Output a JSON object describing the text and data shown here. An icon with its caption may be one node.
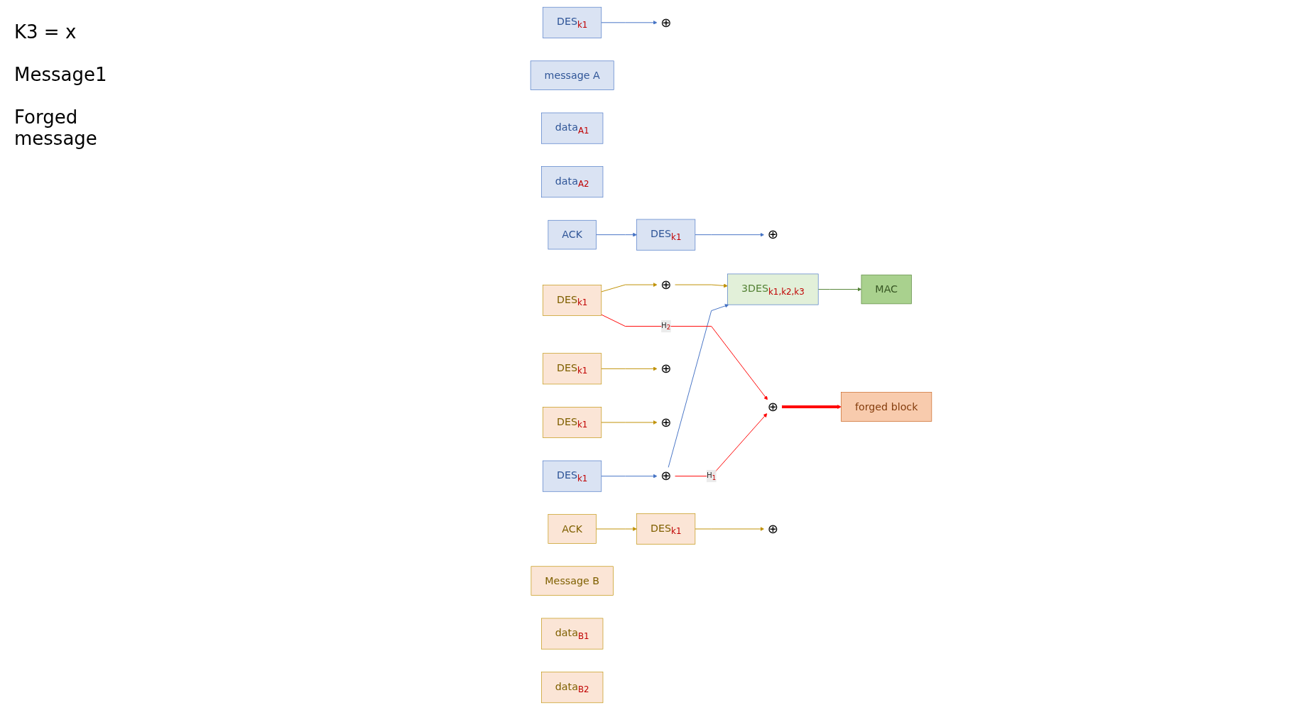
{
  "diagram": {
    "nodes": [
      {
        "text": [
          "ACK"
        ]
      },
      {
        "text": [
          "message A"
        ]
      },
      {
        "text": [
          "data$_{A1}$"
        ]
      },
      {
        "text": [
          "data$_{A2}$"
        ]
      },
      {
        "text": [
          "⊕"
        ]
      },
      {
        "text": [
          "⊕"
        ]
      },
      {
        "text": [
          "⊕"
        ]
      },
      {
        "text": [
          "DES$_{k1}$"
        ]
      },
      {
        "text": [
          "DES$_{k1}$"
        ]
      },
      {
        "text": [
          "DES$_{k1}$"
        ]
      },
      {
        "text": [
          "3DES$_{k1,k2,k3}$"
        ]
      },
      {
        "text": [
          "MAC"
        ]
      },
      {
        "text": [
          "⊕"
        ]
      },
      {
        "text": [
          "DES$_{k1}$"
        ]
      },
      {
        "text": [
          "DES$_{k1}$"
        ]
      },
      {
        "text": [
          "DES$_{k1}$"
        ]
      },
      {
        "text": [
          "DES$_{k1}$"
        ]
      },
      {
        "text": [
          "⊕"
        ]
      },
      {
        "text": [
          "⊕"
        ]
      },
      {
        "text": [
          "⊕"
        ]
      },
      {
        "text": [
          "⊕"
        ]
      },
      {
        "text": [
          "ACK"
        ]
      },
      {
        "text": [
          "Message B"
        ]
      },
      {
        "text": [
          "data$_{B1}$"
        ]
      },
      {
        "text": [
          "data$_{B2}$"
        ]
      },
      {
        "text": [
          "forged block"
        ]
      }
    ],
    "edges": [
      {
        "from": 0,
        "to": 7,
        "arrow": "to",
        "color": "#4472c4"
      },
      {
        "from": 7,
        "to": 4,
        "arrow": "to",
        "color": "#4472c4"
      },
      {
        "from": 8,
        "to": 5,
        "arrow": "to",
        "color": "#4472c4"
      },
      {
        "from": 9,
        "to": 6,
        "arrow": "to",
        "color": "#4472c4"
      },
      {
        "from": 6,
        "to": 10,
        "arrow": "to",
        "color": "#4472c4"
      },
      {
        "from": 6,
        "to": 12,
        "arrow": "to",
        "label": "H$_{1}$",
        "color": "#ff0000"
      },
      {
        "from": 10,
        "to": 11,
        "arrow": "to",
        "color": "#548235"
      },
      {
        "from": 21,
        "to": 13,
        "arrow": "to"
      },
      {
        "from": 13,
        "to": 17,
        "arrow": "to"
      },
      {
        "from": 14,
        "to": 18,
        "arrow": "to"
      },
      {
        "from": 15,
        "to": 19,
        "arrow": "to"
      },
      {
        "from": 16,
        "to": 12,
        "arrow": "to",
        "label": "H$_{2}$",
        "color": "#ff0000"
      },
      {
        "from": 16,
        "to": 20,
        "arrow": "to"
      },
      {
        "from": 20,
        "to": 10,
        "arrow": "to"
      },
      {
        "from": 12,
        "to": 25,
        "arrow": "to",
        "style": "thick",
        "color": "#ff0000"
      }
    ],
    "labels": [
      "K3 = x",
      "Message1",
      "Forged message"
    ]
  }
}
